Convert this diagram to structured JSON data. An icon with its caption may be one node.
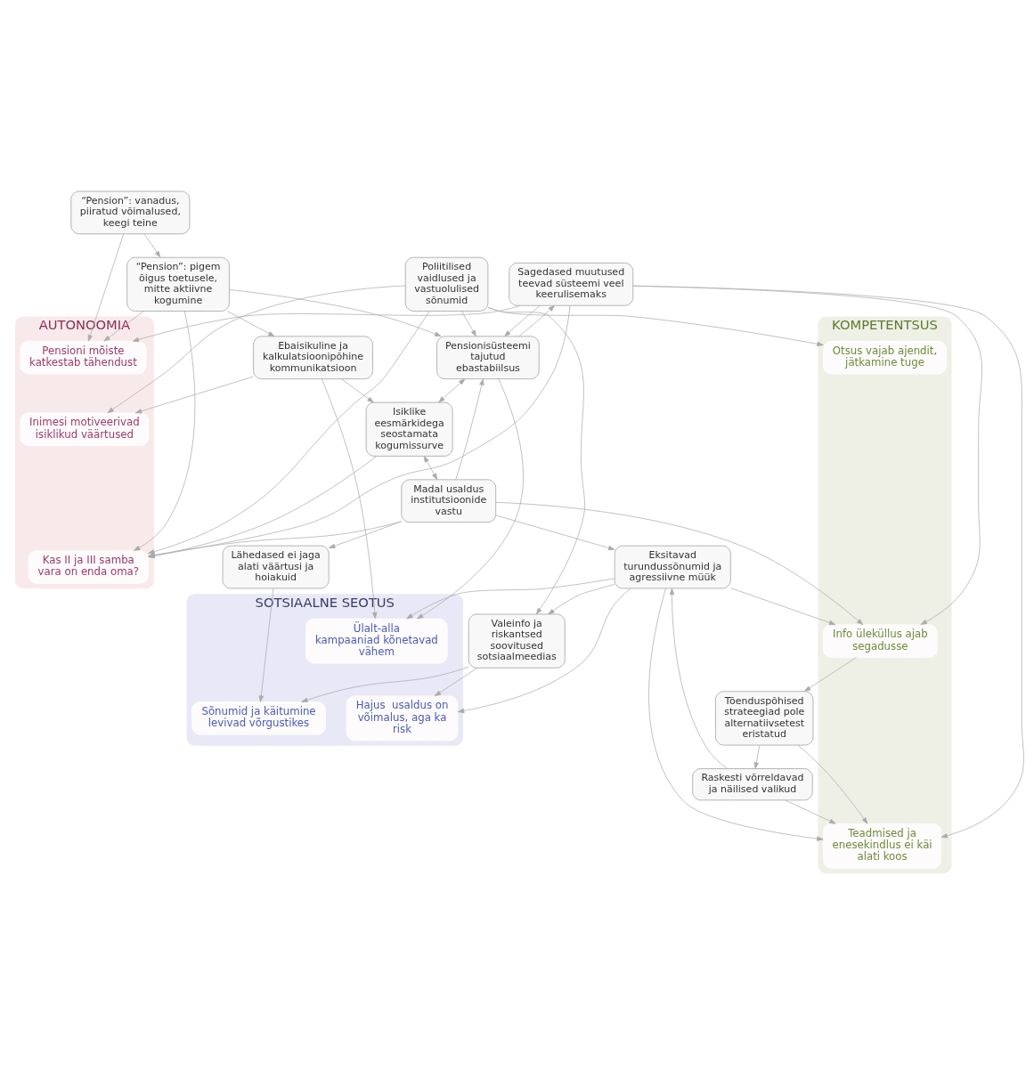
{
  "diagram": {
    "nodes": [
      {
        "text": [
          "Sagedased muutused teevad süsteemi veel keerulisemaks"
        ]
      },
      {
        "text": [
          "Raskesti võrreldavad ja näilised valikud"
        ]
      },
      {
        "text": [
          "“Pension”: vanadus, piiratud võimalused, keegi teine"
        ]
      },
      {
        "text": [
          "Tõenduspõhised strateegiad pole alternatiivsetest eristatud"
        ]
      },
      {
        "text": [
          "“Pension”: pigem õigus toetusele, mitte aktiivne kogumine"
        ]
      },
      {
        "text": [
          "Ebaisikuline ja kalkulatsioonipõhine kommunikatsioon"
        ]
      },
      {
        "text": [
          "Poliitilised vaidlused ja vastuolulised sõnumid"
        ]
      },
      {
        "text": [
          "Pensionisüsteemi tajutud ebastabiilsus"
        ]
      },
      {
        "text": [
          "Isiklike eesmärkidega seostamata kogumissurve"
        ]
      },
      {
        "text": [
          "Madal usaldus institutsioonide vastu"
        ]
      },
      {
        "text": [
          "Lähedased ei jaga alati väärtusi ja hoiakuid"
        ]
      },
      {
        "text": [
          "Valeinfo ja riskantsed soovitused sotsiaalmeedias"
        ]
      },
      {
        "text": [
          "Eksitavad turundussõnumid ja agressiivne müük"
        ]
      },
      {
        "text": [
          "AUTONOOMIA"
        ]
      },
      {
        "text": [
          "Pensioni mõiste katkestab tähendust"
        ],
        "in": 13
      },
      {
        "text": [
          "Inimesi motiveerivad isiklikud väärtused"
        ],
        "in": 13
      },
      {
        "text": [
          "Kas II ja III samba vara on enda oma?"
        ],
        "in": 13
      },
      {
        "text": [
          "KOMPETENTSUS"
        ]
      },
      {
        "text": [
          "Teadmised ja enesekindlus ei käi alati koos"
        ],
        "in": 17
      },
      {
        "text": [
          "Otsus vajab ajendit, jätkamine tuge"
        ],
        "in": 17
      },
      {
        "text": [
          "Info üleküllus ajab segadusse"
        ],
        "in": 17
      },
      {
        "text": [
          "SOTSIAALNE SEOTUS"
        ]
      },
      {
        "text": [
          "Ülalt-alla kampaaniad kõnetavad vähem"
        ],
        "in": 21
      },
      {
        "text": [
          "Sõnumid ja käitumine levivad võrgustikes"
        ],
        "in": 21
      },
      {
        "text": [
          "Hajus  usaldus on võimalus, aga ka risk"
        ],
        "in": 21
      }
    ],
    "edges": [
      {
        "from": 2,
        "to": 4,
        "arrow": "to"
      },
      {
        "from": 2,
        "to": 14,
        "arrow": "to"
      },
      {
        "from": 4,
        "to": 14,
        "arrow": "to"
      },
      {
        "from": 4,
        "to": 5,
        "arrow": "to"
      },
      {
        "from": 4,
        "to": 7,
        "arrow": "to"
      },
      {
        "from": 4,
        "to": 16,
        "arrow": "to"
      },
      {
        "from": 0,
        "to": 18,
        "arrow": "to"
      },
      {
        "from": 0,
        "to": 20,
        "arrow": "to"
      },
      {
        "from": 0,
        "to": 7,
        "arrow": "to"
      },
      {
        "from": 0,
        "to": 14,
        "arrow": "to"
      },
      {
        "from": 0,
        "to": 16,
        "arrow": "to"
      },
      {
        "from": 7,
        "to": 0,
        "arrow": "to"
      },
      {
        "from": 1,
        "to": 18,
        "arrow": "to"
      },
      {
        "from": 1,
        "to": 12,
        "arrow": "to"
      },
      {
        "from": 3,
        "to": 1,
        "arrow": "to"
      },
      {
        "from": 3,
        "to": 18,
        "arrow": "to"
      },
      {
        "from": 12,
        "to": 18,
        "arrow": "to"
      },
      {
        "from": 12,
        "to": 20,
        "arrow": "to"
      },
      {
        "from": 20,
        "to": 3,
        "arrow": "to"
      },
      {
        "from": 5,
        "to": 15,
        "arrow": "to"
      },
      {
        "from": 5,
        "to": 22,
        "arrow": "to"
      },
      {
        "from": 5,
        "to": 8,
        "arrow": "to"
      },
      {
        "from": 6,
        "to": 15,
        "arrow": "to"
      },
      {
        "from": 6,
        "to": 16,
        "arrow": "to"
      },
      {
        "from": 6,
        "to": 19,
        "arrow": "to"
      },
      {
        "from": 6,
        "to": 7,
        "arrow": "to"
      },
      {
        "from": 6,
        "to": 11,
        "arrow": "to"
      },
      {
        "from": 7,
        "to": 8,
        "arrow": "both"
      },
      {
        "from": 8,
        "to": 9,
        "arrow": "both"
      },
      {
        "from": 8,
        "to": 16,
        "arrow": "to"
      },
      {
        "from": 9,
        "to": 10,
        "arrow": "to"
      },
      {
        "from": 9,
        "to": 12,
        "arrow": "to"
      },
      {
        "from": 9,
        "to": 7,
        "arrow": "to"
      },
      {
        "from": 9,
        "to": 16,
        "arrow": "to"
      },
      {
        "from": 9,
        "to": 20,
        "arrow": "to"
      },
      {
        "from": 10,
        "to": 23,
        "arrow": "to"
      },
      {
        "from": 11,
        "to": 23,
        "arrow": "to"
      },
      {
        "from": 11,
        "to": 24,
        "arrow": "to"
      },
      {
        "from": 12,
        "to": 11,
        "arrow": "to"
      },
      {
        "from": 12,
        "to": 22,
        "arrow": "to"
      },
      {
        "from": 12,
        "to": 24,
        "arrow": "to"
      },
      {
        "from": 7,
        "to": 22,
        "arrow": "to"
      }
    ]
  }
}
